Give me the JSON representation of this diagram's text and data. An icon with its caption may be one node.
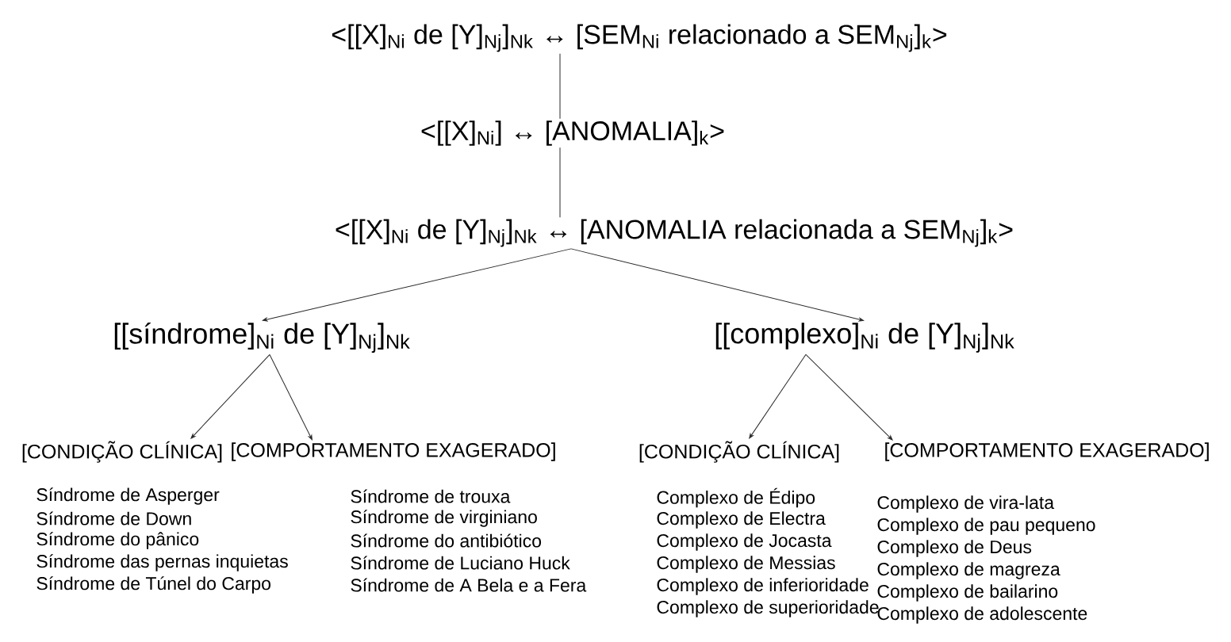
{
  "diagram": {
    "nodes": [
      {
        "text": [
          "<[[X]$_{Ni}$ de [Y]$_{Nj}$]$_{Nk}$ ↔ [SEM$_{Ni}$ relacionado a SEM$_{Nj}$]$_{k}$>"
        ]
      },
      {
        "text": [
          "<[[X]$_{Ni}$] ↔ [ANOMALIA]$_{k}$>"
        ]
      },
      {
        "text": [
          "<[[X]$_{Ni}$ de [Y]$_{Nj}$]$_{Nk}$ ↔ [ANOMALIA relacionada a SEM$_{Nj}$]$_{k}$>"
        ]
      },
      {
        "text": [
          "[[síndrome]$_{Ni}$ de [Y]$_{Nj}$]$_{Nk}$"
        ]
      },
      {
        "text": [
          "[[complexo]$_{Ni}$ de [Y]$_{Nj}$]$_{Nk}$"
        ]
      },
      {
        "text": [
          "[CONDIÇÃO CLÍNICA]"
        ],
        "beside": [
          "Síndrome de Asperger",
          "Síndrome de Down",
          "Síndrome do pânico",
          "Síndrome das pernas inquietas",
          "Síndrome de Túnel do Carpo"
        ]
      },
      {
        "text": [
          "[COMPORTAMENTO EXAGERADO]"
        ],
        "beside": [
          "Síndrome de trouxa",
          "Síndrome de virginiano",
          "Síndrome do antibiótico",
          "Síndrome de Luciano Huck",
          "Síndrome de A Bela e a Fera"
        ]
      },
      {
        "text": [
          "[CONDIÇÃO CLÍNICA]"
        ],
        "beside": [
          "Complexo de Édipo",
          "Complexo de Electra",
          "Complexo de Jocasta",
          "Complexo de Messias",
          "Complexo de inferioridade",
          "Complexo de superioridade"
        ]
      },
      {
        "text": [
          "[COMPORTAMENTO EXAGERADO]"
        ],
        "beside": [
          "Complexo de vira-lata",
          "Complexo de pau pequeno",
          "Complexo de Deus",
          "Complexo de magreza",
          "Complexo de bailarino",
          "Complexo de adolescente"
        ]
      }
    ],
    "edges": [
      {
        "from": 0,
        "to": 1,
        "arrow": "none"
      },
      {
        "from": 1,
        "to": 2,
        "arrow": "none"
      },
      {
        "from": 2,
        "to": 3,
        "arrow": "to"
      },
      {
        "from": 2,
        "to": 4,
        "arrow": "to"
      },
      {
        "from": 3,
        "to": 5,
        "arrow": "to"
      },
      {
        "from": 3,
        "to": 6,
        "arrow": "to"
      },
      {
        "from": 4,
        "to": 7,
        "arrow": "to"
      },
      {
        "from": 4,
        "to": 8,
        "arrow": "to"
      }
    ]
  }
}
